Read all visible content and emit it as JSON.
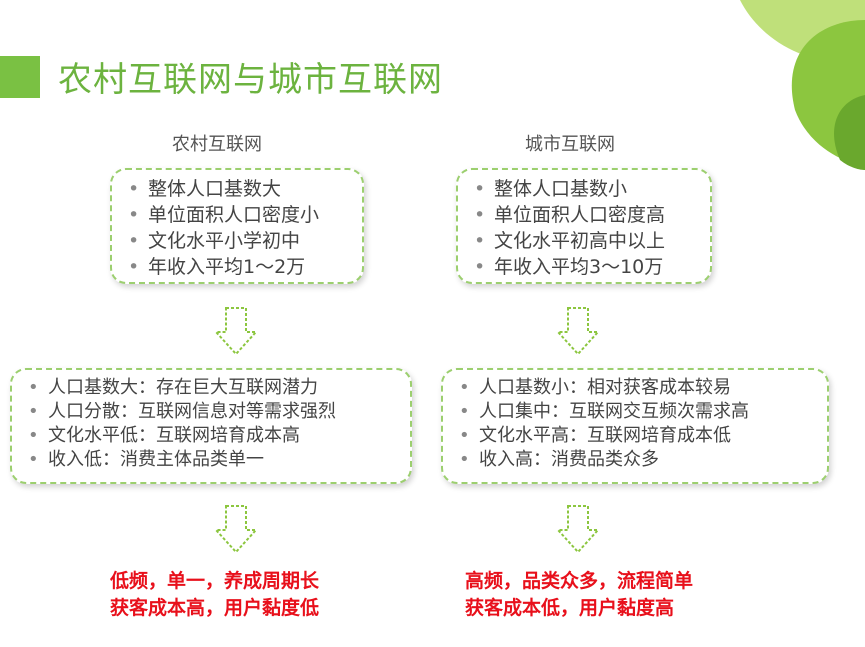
{
  "title": "农村互联网与城市互联网",
  "colors": {
    "accent": "#7ac143",
    "title": "#6cb33f",
    "result": "#e8101b"
  },
  "rural": {
    "heading": "农村互联网",
    "facts": [
      "整体人口基数大",
      "单位面积人口密度小",
      "文化水平小学初中",
      "年收入平均1～2万"
    ],
    "effects": [
      "人口基数大：存在巨大互联网潜力",
      "人口分散：互联网信息对等需求强烈",
      "文化水平低：互联网培育成本高",
      "收入低：消费主体品类单一"
    ],
    "conclusion": [
      "低频，单一，养成周期长",
      "获客成本高，用户黏度低"
    ]
  },
  "urban": {
    "heading": "城市互联网",
    "facts": [
      "整体人口基数小",
      "单位面积人口密度高",
      "文化水平初高中以上",
      "年收入平均3～10万"
    ],
    "effects": [
      "人口基数小：相对获客成本较易",
      "人口集中：互联网交互频次需求高",
      "文化水平高：互联网培育成本低",
      "收入高：消费品类众多"
    ],
    "conclusion": [
      "高频，品类众多，流程简单",
      "获客成本低，用户黏度高"
    ]
  }
}
